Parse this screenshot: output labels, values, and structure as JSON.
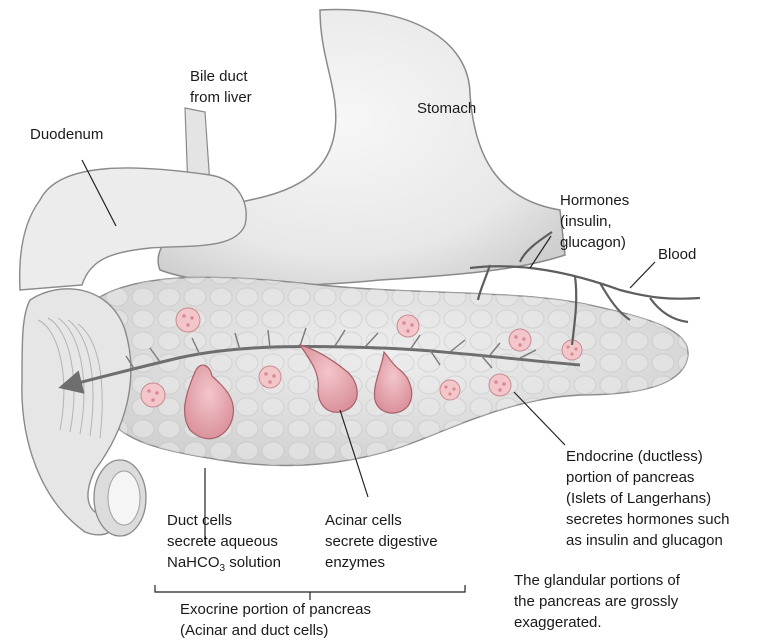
{
  "labels": {
    "bile_duct": [
      "Bile duct",
      "from liver"
    ],
    "duodenum": "Duodenum",
    "stomach": "Stomach",
    "hormones": [
      "Hormones",
      "(insulin,",
      "glucagon)"
    ],
    "blood": "Blood",
    "endocrine": [
      "Endocrine (ductless)",
      "portion of pancreas",
      "(Islets of Langerhans)",
      "secretes hormones such",
      "as insulin and glucagon"
    ],
    "duct_cells": [
      "Duct cells",
      "secrete aqueous"
    ],
    "duct_cells_formula": {
      "prefix": "NaHCO",
      "subscript": "3",
      "suffix": " solution"
    },
    "acinar_cells": [
      "Acinar cells",
      "secrete digestive",
      "enzymes"
    ],
    "exocrine": [
      "Exocrine portion of pancreas",
      "(Acinar and duct cells)"
    ],
    "note": [
      "The glandular portions of",
      "the pancreas are grossly",
      "exaggerated."
    ]
  },
  "colors": {
    "organ_fill": "#eeeeee",
    "organ_stroke": "#8a8a8a",
    "pancreas_fill": "#e2e2e2",
    "acinus_pink": "#e6a6ae",
    "islet_pink": "#f2c3c6",
    "vessel": "#6e6e6e",
    "text": "#1a1a1a"
  }
}
